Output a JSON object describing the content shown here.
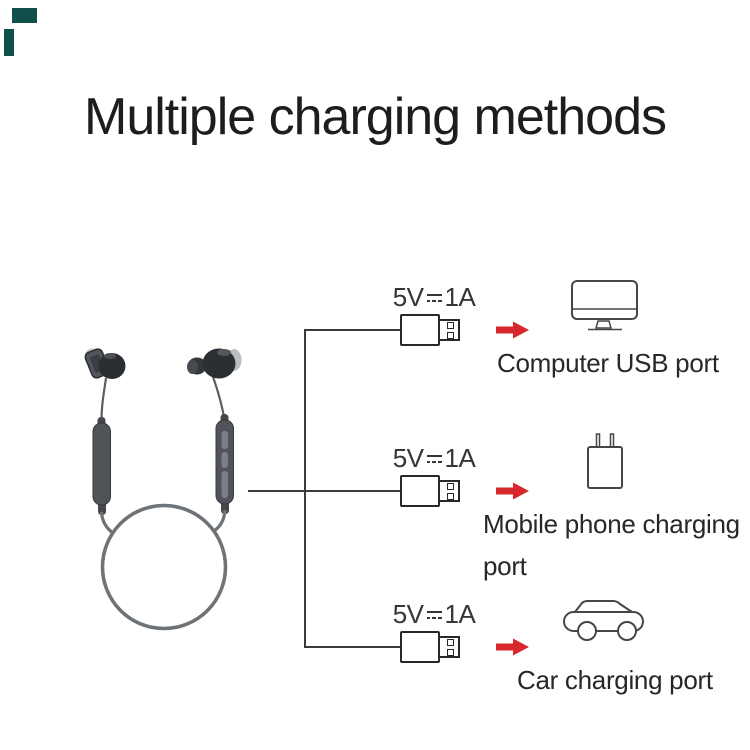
{
  "title": "Multiple charging methods",
  "watermark": {
    "color": "#10504b"
  },
  "illustration": {
    "subject": "neckband-bluetooth-earphones"
  },
  "diagram": {
    "line_color": "#3b3b3f",
    "arrow_color": "#d7282e",
    "icon_stroke_color": "#46464a",
    "branches": [
      {
        "spec": {
          "voltage": "5V",
          "current": "1A",
          "symbol": "dc-symbol"
        },
        "icon": "computer-monitor",
        "label_lines": {
          "0": "Computer USB port"
        }
      },
      {
        "spec": {
          "voltage": "5V",
          "current": "1A",
          "symbol": "dc-symbol"
        },
        "icon": "phone-wall-charger",
        "label_lines": {
          "0": "Mobile phone charging",
          "1": "port"
        }
      },
      {
        "spec": {
          "voltage": "5V",
          "current": "1A",
          "symbol": "dc-symbol"
        },
        "icon": "car",
        "label_lines": {
          "0": "Car charging port"
        }
      }
    ]
  }
}
